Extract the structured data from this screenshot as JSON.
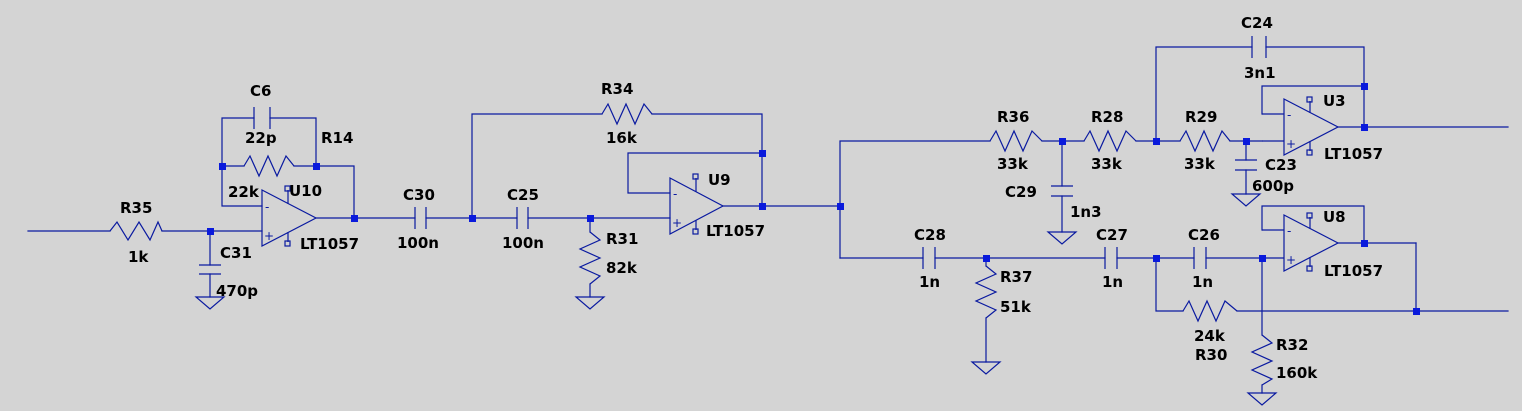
{
  "components": [
    {
      "ref": "R35",
      "value": "1k"
    },
    {
      "ref": "C31",
      "value": "470p"
    },
    {
      "ref": "C6",
      "value": "22p"
    },
    {
      "ref": "R14",
      "value": "22k"
    },
    {
      "ref": "U10",
      "value": "LT1057"
    },
    {
      "ref": "C30",
      "value": "100n"
    },
    {
      "ref": "C25",
      "value": "100n"
    },
    {
      "ref": "R31",
      "value": "82k"
    },
    {
      "ref": "R34",
      "value": "16k"
    },
    {
      "ref": "U9",
      "value": "LT1057"
    },
    {
      "ref": "R36",
      "value": "33k"
    },
    {
      "ref": "R28",
      "value": "33k"
    },
    {
      "ref": "R29",
      "value": "33k"
    },
    {
      "ref": "C29",
      "value": "1n3"
    },
    {
      "ref": "C24",
      "value": "3n1"
    },
    {
      "ref": "C23",
      "value": "600p"
    },
    {
      "ref": "U3",
      "value": "LT1057"
    },
    {
      "ref": "C28",
      "value": "1n"
    },
    {
      "ref": "R37",
      "value": "51k"
    },
    {
      "ref": "C27",
      "value": "1n"
    },
    {
      "ref": "C26",
      "value": "1n"
    },
    {
      "ref": "R30",
      "value": "24k"
    },
    {
      "ref": "R32",
      "value": "160k"
    },
    {
      "ref": "U8",
      "value": "LT1057"
    }
  ],
  "pin_marks": {
    "minus": "-",
    "plus": "+"
  },
  "colors": {
    "background": "#d4d4d4",
    "wire": "#0a1aa0",
    "junction": "#0a1adc",
    "text": "#000000"
  }
}
